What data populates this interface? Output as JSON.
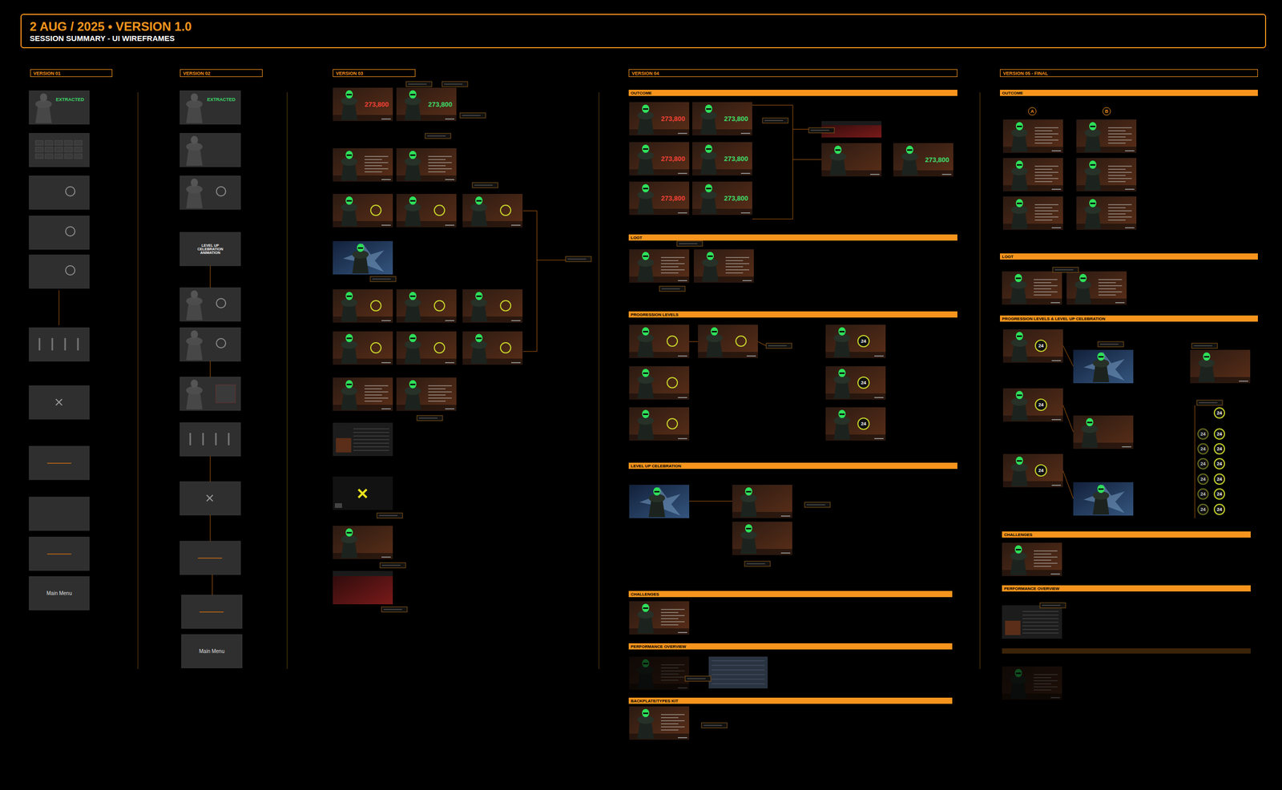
{
  "diagram": {
    "title": "2 AUG / 2025 • VERSION 1.0",
    "nodes": [
      {
        "text": [
          "2 AUG / 2025 • VERSION 1.0",
          "SESSION SUMMARY - UI WIREFRAMES"
        ]
      },
      {
        "text": [
          "VERSION 01"
        ]
      },
      {
        "text": [
          "VERSION 02"
        ]
      },
      {
        "text": [
          "VERSION 03"
        ]
      },
      {
        "text": [
          "VERSION 04"
        ]
      },
      {
        "text": [
          "VERSION 05 - FINAL"
        ]
      },
      {
        "text": [
          "EXTRACTED"
        ]
      },
      {
        "text": [
          "Main Menu"
        ]
      },
      {
        "text": [
          "EXTRACTED"
        ]
      },
      {
        "text": [
          "LEVEL UP CELEBRATION ANIMATION"
        ]
      },
      {
        "text": [
          "Main Menu"
        ]
      },
      {
        "text": [
          "273,800"
        ]
      },
      {
        "text": [
          "273,800"
        ]
      },
      {
        "text": [
          "OUTCOME"
        ]
      },
      {
        "text": [
          "273,800"
        ]
      },
      {
        "text": [
          "273,800"
        ]
      },
      {
        "text": [
          "273,800"
        ]
      },
      {
        "text": [
          "273,800"
        ]
      },
      {
        "text": [
          "273,800"
        ]
      },
      {
        "text": [
          "273,800"
        ]
      },
      {
        "text": [
          "273,800"
        ]
      },
      {
        "text": [
          "LOOT"
        ]
      },
      {
        "text": [
          "PROGRESSION LEVELS"
        ]
      },
      {
        "text": [
          "LEVEL UP CELEBRATION"
        ]
      },
      {
        "text": [
          "CHALLENGES"
        ]
      },
      {
        "text": [
          "PERFORMANCE OVERVIEW"
        ]
      },
      {
        "text": [
          "BACKPLATE/TYPES KIT"
        ]
      },
      {
        "text": [
          "OUTCOME"
        ]
      },
      {
        "text": [
          "A"
        ]
      },
      {
        "text": [
          "B"
        ]
      },
      {
        "text": [
          "LOOT"
        ]
      },
      {
        "text": [
          "PROGRESSION LEVELS & LEVEL UP CELEBRATION"
        ]
      },
      {
        "text": [
          "CHALLENGES"
        ]
      },
      {
        "text": [
          "PERFORMANCE OVERVIEW"
        ]
      },
      {
        "text": [
          "24"
        ]
      },
      {
        "text": [
          "24"
        ]
      },
      {
        "text": [
          "24"
        ]
      },
      {
        "text": [
          "24"
        ]
      },
      {
        "text": [
          "24"
        ]
      },
      {
        "text": [
          "24"
        ]
      },
      {
        "text": [
          "24"
        ]
      },
      {
        "text": [
          "24"
        ]
      },
      {
        "text": [
          "24"
        ]
      },
      {
        "text": [
          "24"
        ]
      },
      {
        "text": [
          "24"
        ]
      },
      {
        "text": [
          "24"
        ]
      },
      {
        "text": [
          "24"
        ]
      },
      {
        "text": [
          "24"
        ]
      },
      {
        "text": [
          "24"
        ]
      },
      {
        "text": [
          "24"
        ]
      },
      {
        "text": [
          "24"
        ]
      },
      {
        "text": [
          "24"
        ]
      },
      {
        "text": [
          "24"
        ]
      }
    ]
  }
}
